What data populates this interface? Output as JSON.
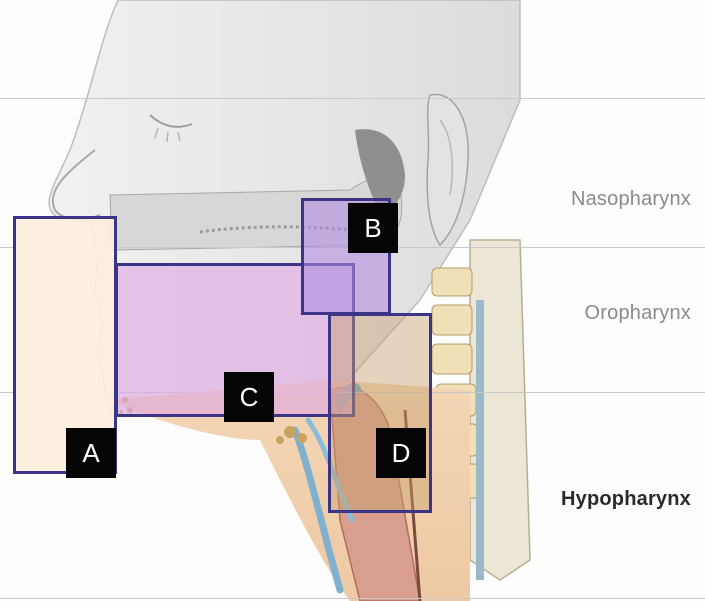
{
  "regions": [
    {
      "id": "nasopharynx",
      "label": "Nasopharynx",
      "emphasis": "normal"
    },
    {
      "id": "oropharynx",
      "label": "Oropharynx",
      "emphasis": "normal"
    },
    {
      "id": "hypopharynx",
      "label": "Hypopharynx",
      "emphasis": "bold"
    }
  ],
  "boxes": [
    {
      "id": "A",
      "label": "A",
      "fill": "#fdeedd"
    },
    {
      "id": "B",
      "label": "B",
      "fill": "#b89be0"
    },
    {
      "id": "C",
      "label": "C",
      "fill": "#e2b6e6"
    },
    {
      "id": "D",
      "label": "D",
      "fill": "#d9a872"
    }
  ],
  "colors": {
    "box_border": "#3b3587",
    "tag_background": "#050505",
    "tag_text": "#ffffff",
    "divider": "#c9c9c9"
  }
}
